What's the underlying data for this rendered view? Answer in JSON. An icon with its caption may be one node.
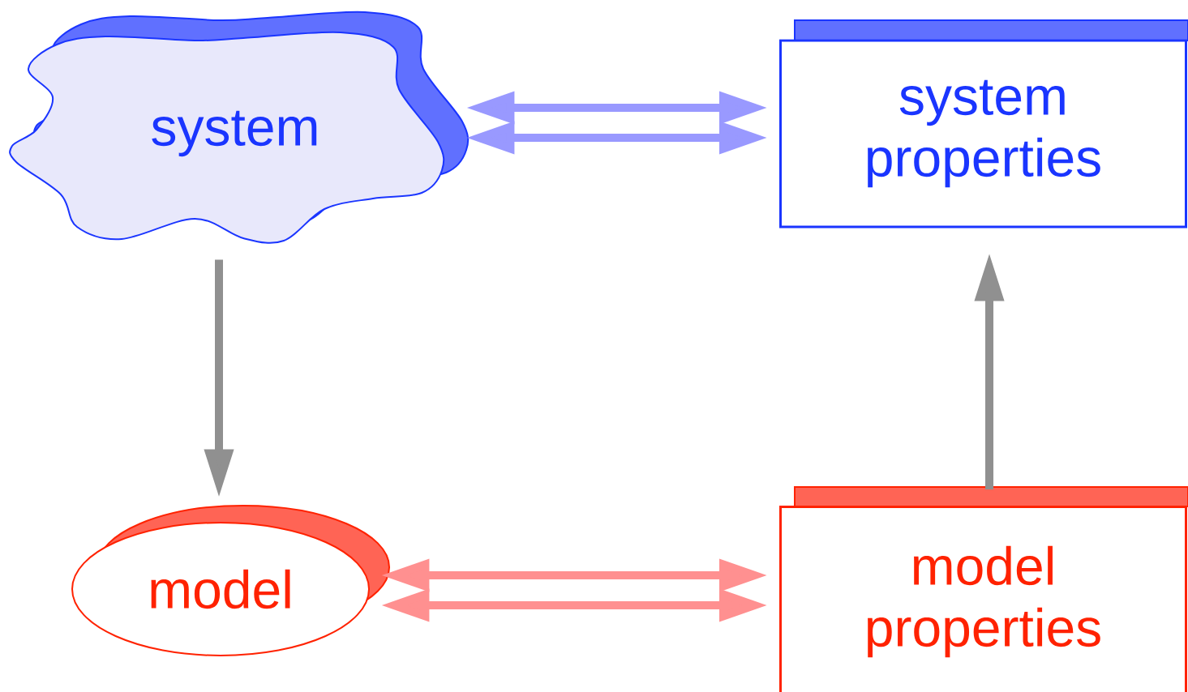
{
  "diagram": {
    "nodes": [
      {
        "text": [
          "system"
        ]
      },
      {
        "text": [
          "system properties"
        ]
      },
      {
        "text": [
          "model"
        ]
      },
      {
        "text": [
          "model properties"
        ]
      }
    ],
    "edges": [
      {
        "from": 0,
        "to": 2,
        "arrow": "to",
        "color": "#909090"
      },
      {
        "from": 3,
        "to": 1,
        "arrow": "to",
        "color": "#909090"
      },
      {
        "from": 0,
        "to": 1,
        "arrow": "both",
        "color": "#9999ff"
      },
      {
        "from": 0,
        "to": 1,
        "arrow": "both",
        "color": "#9999ff"
      },
      {
        "from": 2,
        "to": 3,
        "arrow": "both",
        "color": "#ff9090"
      },
      {
        "from": 2,
        "to": 3,
        "arrow": "both",
        "color": "#ff9090"
      }
    ]
  }
}
